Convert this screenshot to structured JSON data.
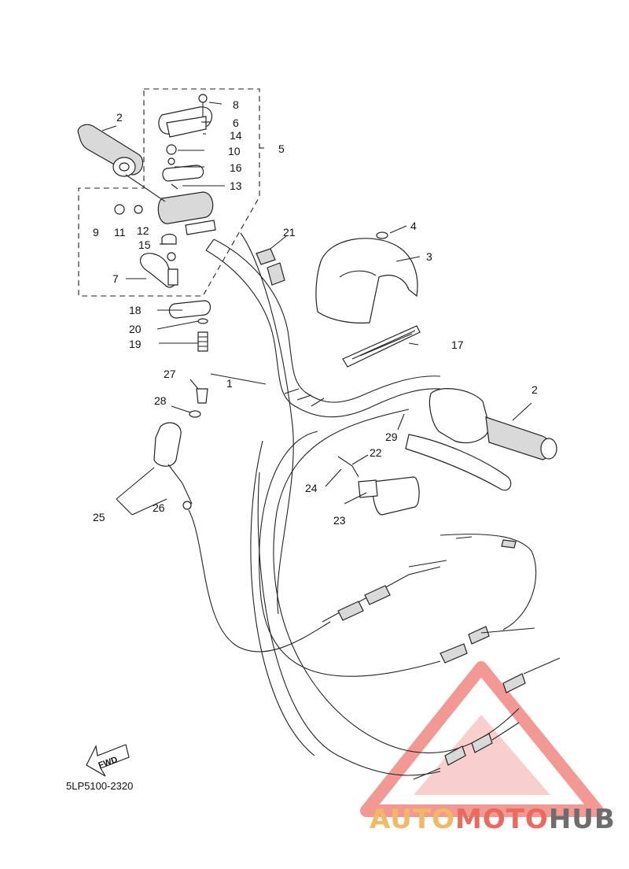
{
  "diagram_code": "5LP5100-2320",
  "fwd_label": "FWD",
  "watermark": {
    "auto": "AUTO",
    "moto": "MOTO",
    "hub": "HUB",
    "colors": {
      "auto": "#f2b866",
      "moto": "#e96a5e",
      "hub": "#6d6d6d",
      "triangle": "#e8463c"
    }
  },
  "callouts": [
    "1",
    "2",
    "2",
    "3",
    "4",
    "5",
    "6",
    "7",
    "8",
    "9",
    "10",
    "11",
    "12",
    "13",
    "14",
    "15",
    "16",
    "17",
    "18",
    "19",
    "20",
    "21",
    "22",
    "23",
    "24",
    "25",
    "26",
    "27",
    "28",
    "29"
  ]
}
